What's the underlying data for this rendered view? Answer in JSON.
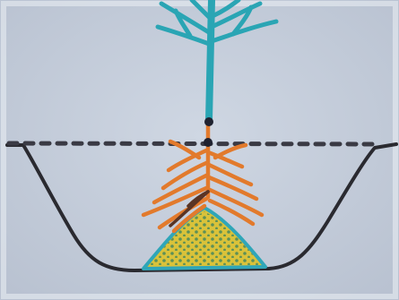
{
  "drawing": {
    "colors": {
      "paper": "#c9d2df",
      "paper_shade": "#b8c1d0",
      "outline": "#2a2a30",
      "ground_dash": "#3a3a44",
      "trunk": "#2aa5b4",
      "roots": "#e27a2c",
      "root_dark": "#5a3424",
      "mound_outline": "#2fa6b8",
      "mound_fill": "#d9c23a",
      "mound_dots": "#4f8a5a"
    },
    "icons": [
      "tree-trunk",
      "branches",
      "roots",
      "soil-mound",
      "planting-hole",
      "ground-line"
    ]
  }
}
